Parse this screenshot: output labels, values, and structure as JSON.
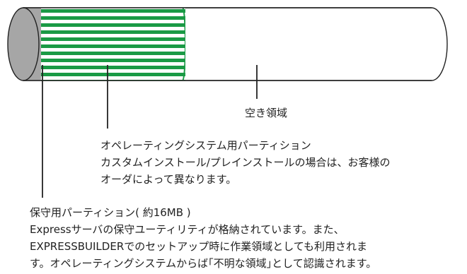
{
  "free_space": {
    "title": "空き領域"
  },
  "os_partition": {
    "title": "オペレーティングシステム用パーティション",
    "description": [
      "カスタムインストール/プレインストールの場合は、お客様の",
      "オーダによって異なります。"
    ]
  },
  "maintenance_partition": {
    "title": "保守用パーティション( 約16MB )",
    "description": [
      "Expressサーバの保守ユーティリティが格納されています。また、",
      "EXPRESSBUILDERでのセットアップ時に作業領域としても利用されま",
      "す。オペレーティングシステムからば｢不明な領域｣として認識されます。"
    ]
  },
  "colors": {
    "maintenance_fill": "#a6a6a6",
    "os_stripe": "#1a9a45",
    "outline": "#222222",
    "background": "#ffffff"
  }
}
